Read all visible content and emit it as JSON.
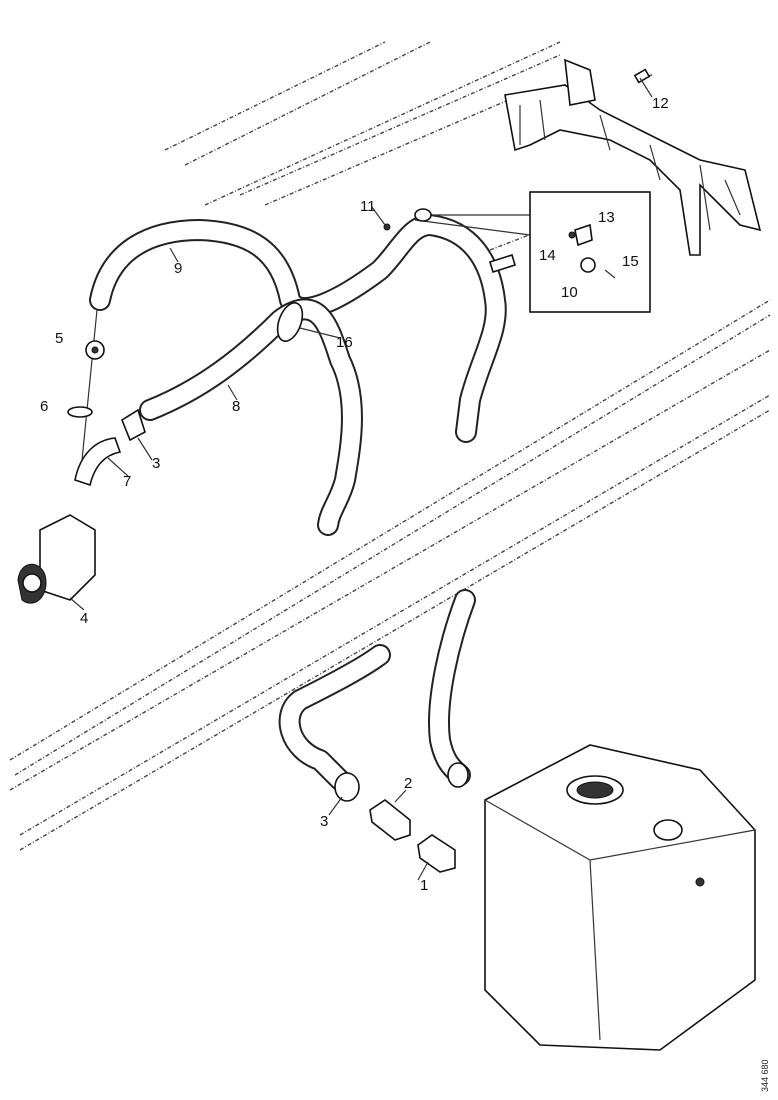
{
  "callouts": {
    "c1": "1",
    "c2": "2",
    "c3a": "3",
    "c3b": "3",
    "c4": "4",
    "c5": "5",
    "c6": "6",
    "c7": "7",
    "c8": "8",
    "c9": "9",
    "c10": "10",
    "c11": "11",
    "c12": "12",
    "c13": "13",
    "c14": "14",
    "c15": "15",
    "c16": "16"
  },
  "reference": "344 680"
}
